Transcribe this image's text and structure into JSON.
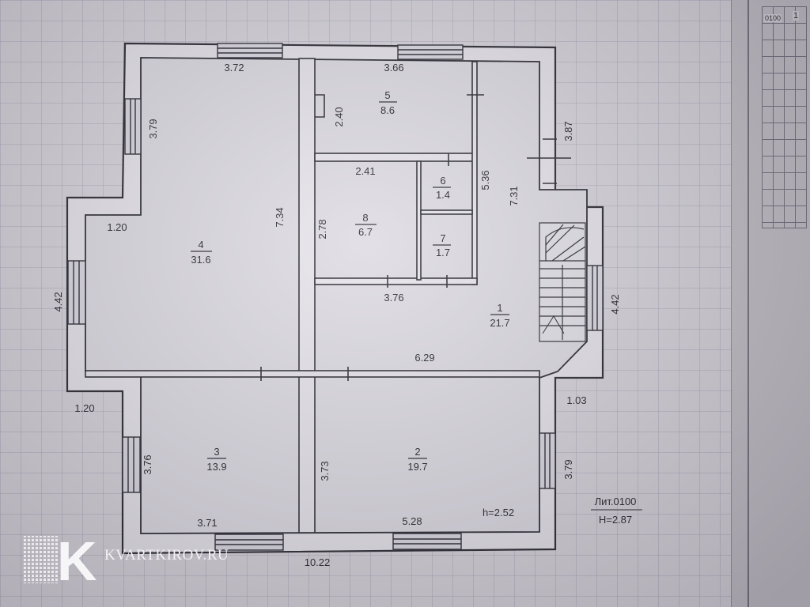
{
  "rooms": [
    {
      "id": "room-1",
      "number": "1",
      "area": "21.7"
    },
    {
      "id": "room-2",
      "number": "2",
      "area": "19.7"
    },
    {
      "id": "room-3",
      "number": "3",
      "area": "13.9"
    },
    {
      "id": "room-4",
      "number": "4",
      "area": "31.6"
    },
    {
      "id": "room-5",
      "number": "5",
      "area": "8.6"
    },
    {
      "id": "room-6",
      "number": "6",
      "area": "1.4"
    },
    {
      "id": "room-7",
      "number": "7",
      "area": "1.7"
    },
    {
      "id": "room-8",
      "number": "8",
      "area": "6.7"
    }
  ],
  "dimensions": {
    "top_left_width": "3.72",
    "top_right_width": "3.66",
    "left_upper_height": "3.79",
    "left_notch": "1.20",
    "left_mid_height": "4.42",
    "left_lower_notch": "1.20",
    "room4_height": "7.34",
    "room5_height": "2.40",
    "room8_width": "2.41",
    "room8_height": "2.78",
    "room8_bottom_width": "3.76",
    "corridor_height": "5.36",
    "right_upper_height": "3.87",
    "right_total_height": "7.31",
    "right_mid_height": "4.42",
    "room1_width": "6.29",
    "right_notch": "1.03",
    "room3_height": "3.76",
    "room2_height_left": "3.73",
    "room2_height_right": "3.79",
    "room3_width": "3.71",
    "room2_width": "5.28",
    "ceiling_height": "h=2.52",
    "total_width": "10.22"
  },
  "stamp": {
    "liter": "Лит.0100",
    "height": "H=2.87"
  },
  "title_block": {
    "id": "0100",
    "sheet": "1"
  },
  "watermark": {
    "logo_letter": "K",
    "text": "KVARTKIROV.RU"
  }
}
